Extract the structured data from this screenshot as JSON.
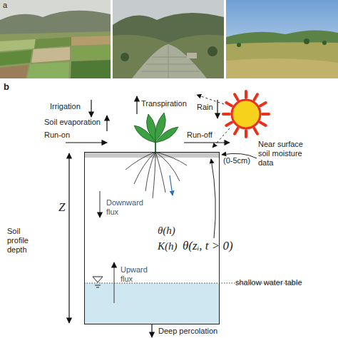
{
  "diagram": {
    "nodes": [
      {
        "text": [
          "Downward flux",
          "θ(h)",
          "K(h)",
          "Upward flux"
        ]
      }
    ],
    "labels": [
      "a",
      "b",
      "Irrigation",
      "Transpiration",
      "Rain",
      "Soil evaporation",
      "Run-on",
      "Run-off",
      "Near surface soil moisture data",
      "(0-5cm)",
      "Soil profile depth",
      "Z",
      "θ(zᵢ, t > 0)",
      "shallow water table",
      "Deep percolation"
    ]
  }
}
